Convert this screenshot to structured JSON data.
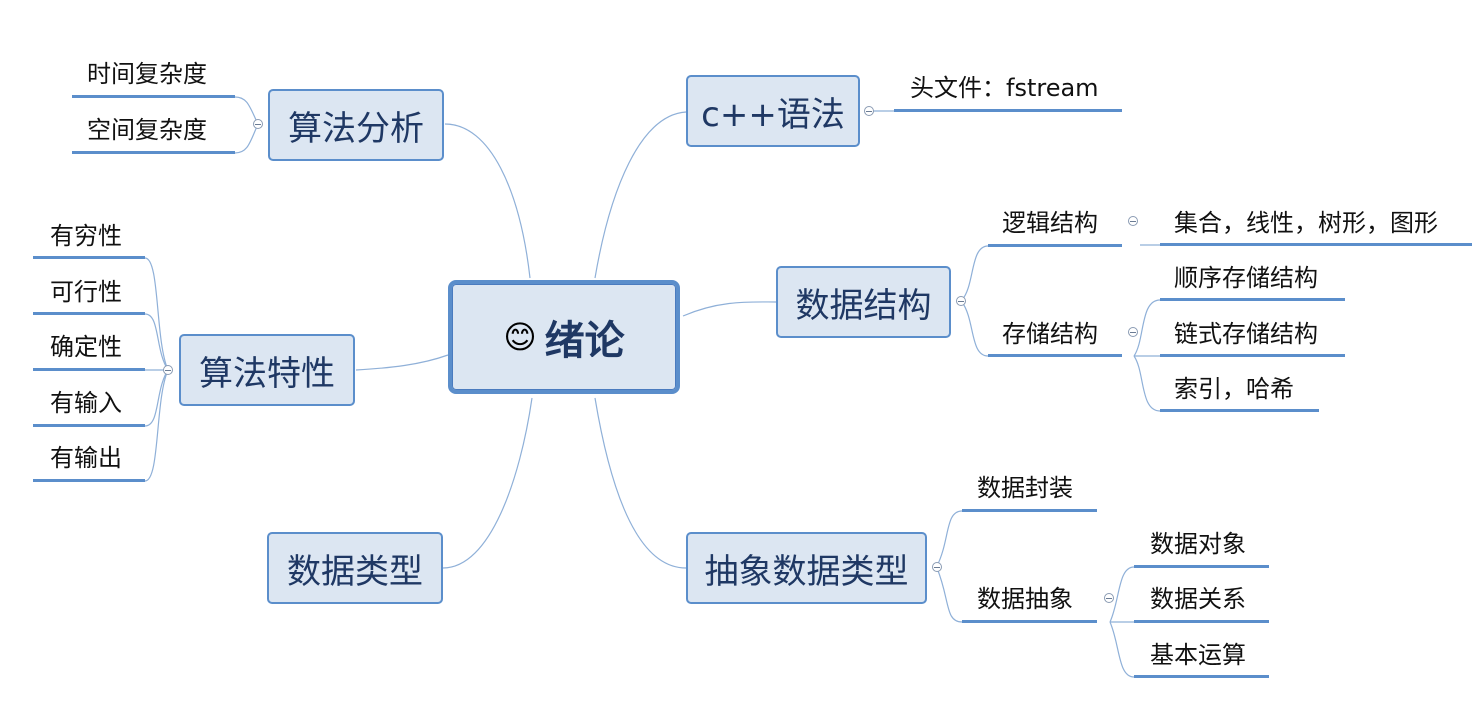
{
  "center": {
    "label": "绪论",
    "icon": "smiley-icon"
  },
  "topics": {
    "cpp": {
      "label": "c++语法",
      "children": [
        "头文件：fstream"
      ]
    },
    "ds": {
      "label": "数据结构",
      "logic": {
        "label": "逻辑结构",
        "children": [
          "集合，线性，树形，图形"
        ]
      },
      "storage": {
        "label": "存储结构",
        "children": [
          "顺序存储结构",
          "链式存储结构",
          "索引，哈希"
        ]
      }
    },
    "adt": {
      "label": "抽象数据类型",
      "encap": {
        "label": "数据封装"
      },
      "abstr": {
        "label": "数据抽象",
        "children": [
          "数据对象",
          "数据关系",
          "基本运算"
        ]
      }
    },
    "analysis": {
      "label": "算法分析",
      "children": [
        "时间复杂度",
        "空间复杂度"
      ]
    },
    "traits": {
      "label": "算法特性",
      "children": [
        "有穷性",
        "可行性",
        "确定性",
        "有输入",
        "有输出"
      ]
    },
    "types": {
      "label": "数据类型"
    }
  },
  "colors": {
    "line": "#5b8ecb",
    "box_fill": "#dce6f2",
    "text": "#1f3864"
  }
}
